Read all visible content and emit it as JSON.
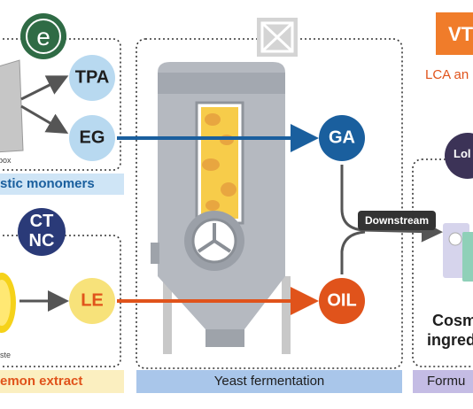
{
  "top_left_section": {
    "monomer_1": "TPA",
    "monomer_2": "EG",
    "caption_fragment": "box",
    "band_label": "stic monomers"
  },
  "bottom_left_section": {
    "logo_text_top": "CT",
    "logo_text_bottom": "NC",
    "extract_short": "LE",
    "caption_fragment": "ste",
    "band_label": "emon extract"
  },
  "center_section": {
    "band_label": "Yeast fermentation"
  },
  "outputs": {
    "product_1": "GA",
    "product_2": "OIL",
    "downstream_label": "Downstream"
  },
  "right_section": {
    "logo_text": "VT",
    "lca_label": "LCA an",
    "partner_logo_text": "Lol",
    "product_line_1": "Cosm",
    "product_line_2": "ingred",
    "band_label": "Formu"
  },
  "colors": {
    "pale_blue": "#b8d9f0",
    "dark_blue": "#1a5f9e",
    "pale_yellow": "#f7e27a",
    "orange": "#e0531b",
    "green": "#2f6b45",
    "orange_logo": "#f07c2a",
    "lavender": "#c4bce4"
  }
}
